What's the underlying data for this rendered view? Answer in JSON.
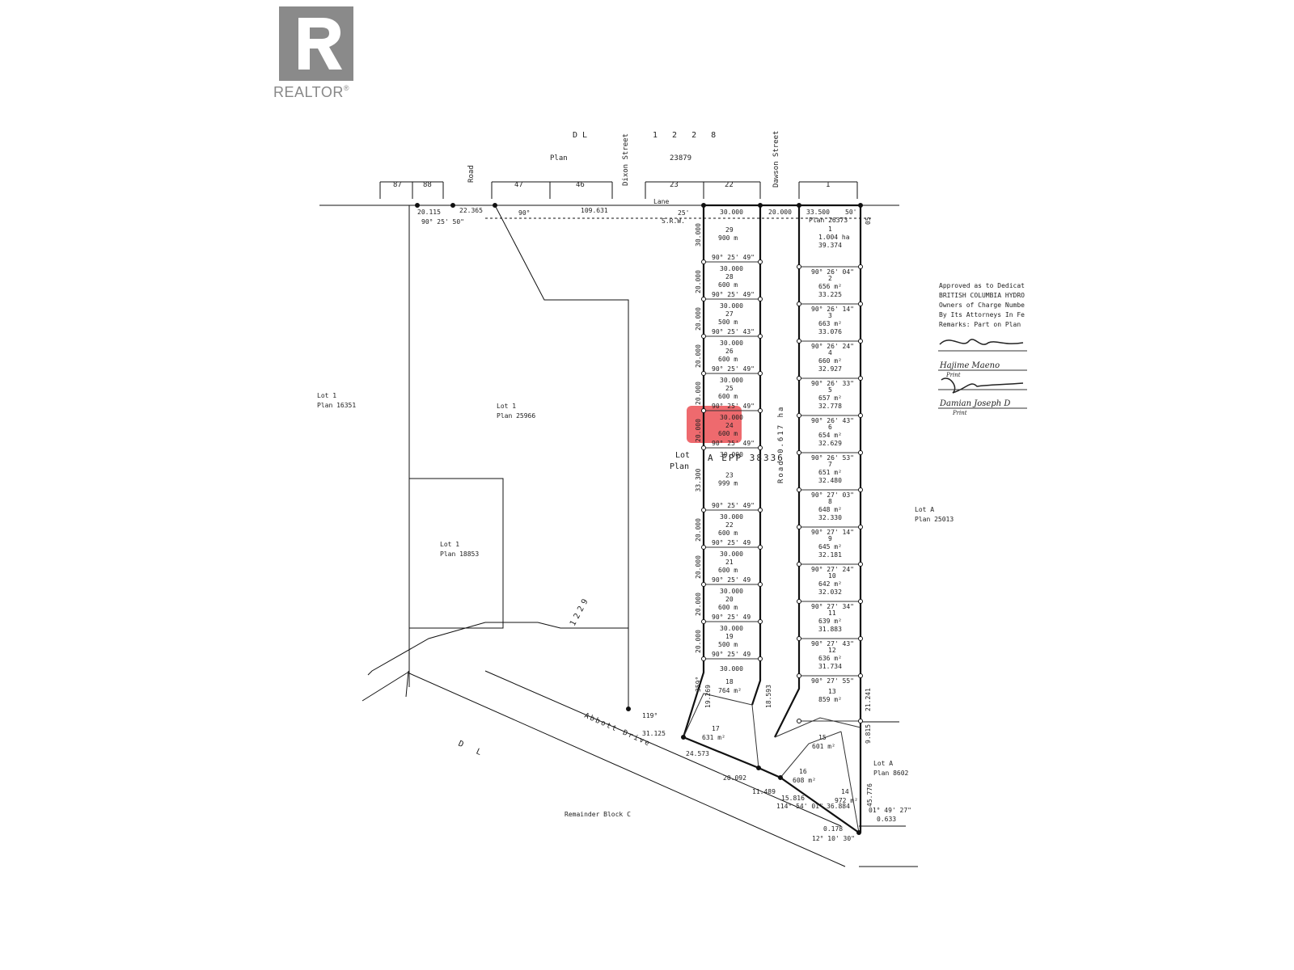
{
  "logo": {
    "text": "REALTOR",
    "mark": "®"
  },
  "top": {
    "dl": "D L",
    "dl_number": "1 2 2 8",
    "plan_label": "Plan",
    "plan_number": "23879",
    "dixon_street": "Dixon Street",
    "dawson_street": "Dawson Street",
    "road": "Road",
    "lots": [
      "87",
      "88",
      "47",
      "46",
      "23",
      "22",
      "1"
    ],
    "lane": "Lane",
    "lane_width": "25'",
    "srw": "S.R.W.",
    "dim_20115": "20.115",
    "dim_22365": "22.365",
    "angle_90": "90°",
    "dim_109631": "109.631",
    "dim_30000": "30.000",
    "dim_20000": "20.000",
    "dim_33500": "33.500",
    "dim_50": "50'",
    "plan_26373": "Plan 26373",
    "dim_05": "05",
    "angle_left": "90° 25' 50\""
  },
  "parcels": {
    "lot1_16351": [
      "Lot 1",
      "Plan 16351"
    ],
    "lot1_25966": [
      "Lot 1",
      "Plan 25966"
    ],
    "lot1_18853": [
      "Lot 1",
      "Plan 18853"
    ],
    "dl_1229": "1229",
    "lot_plan": [
      "Lot",
      "Plan"
    ],
    "lot_a_25013": [
      "Lot A",
      "Plan 25013"
    ],
    "lot_a_8602": [
      "Lot A",
      "Plan 8602"
    ],
    "remainder": "Remainder Block C",
    "abbott": "Abbott Drive",
    "dl_bottom": "D L",
    "road_width": "Road 0.617 ha",
    "epp": "A EPP 38336"
  },
  "left_lots": [
    {
      "num": "29",
      "area": "900 m",
      "top": "30.000",
      "angle": "90° 25' 49\"",
      "side": "30.000"
    },
    {
      "num": "28",
      "area": "600 m",
      "top": "30.000",
      "angle": "90° 25' 49\"",
      "side": "20.000"
    },
    {
      "num": "27",
      "area": "500 m",
      "top": "30.000",
      "angle": "90° 25' 43\"",
      "side": "20.000"
    },
    {
      "num": "26",
      "area": "600 m",
      "top": "30.000",
      "angle": "90° 25' 49\"",
      "side": "20.000"
    },
    {
      "num": "25",
      "area": "600 m",
      "top": "30.000",
      "angle": "90° 25' 49\"",
      "side": "20.000"
    },
    {
      "num": "24",
      "area": "600 m",
      "top": "30.000",
      "angle": "90° 25' 49\"",
      "side": "20.000"
    },
    {
      "num": "23",
      "area": "999 m",
      "top": "30.000",
      "angle": "90° 25' 49\"",
      "side": "33.300"
    },
    {
      "num": "22",
      "area": "600 m",
      "top": "30.000",
      "angle": "90° 25' 49",
      "side": "20.000"
    },
    {
      "num": "21",
      "area": "600 m",
      "top": "30.000",
      "angle": "90° 25' 49",
      "side": "20.000"
    },
    {
      "num": "20",
      "area": "600 m",
      "top": "30.000",
      "angle": "90° 25' 49",
      "side": "20.000"
    },
    {
      "num": "19",
      "area": "500 m",
      "top": "30.000",
      "angle": "90° 25' 49",
      "side": "20.000"
    }
  ],
  "right_lots": [
    {
      "num": "1",
      "area": "1.004 ha",
      "depth": "39.374",
      "angle": "90° 26' 04\""
    },
    {
      "num": "2",
      "area": "656 m²",
      "depth": "33.225",
      "angle": "90° 26' 14\""
    },
    {
      "num": "3",
      "area": "663 m²",
      "depth": "33.076",
      "angle": "90° 26' 24\""
    },
    {
      "num": "4",
      "area": "660 m²",
      "depth": "32.927",
      "angle": "90° 26' 33\""
    },
    {
      "num": "5",
      "area": "657 m²",
      "depth": "32.778",
      "angle": "90° 26' 43\""
    },
    {
      "num": "6",
      "area": "654 m²",
      "depth": "32.629",
      "angle": "90° 26' 53\""
    },
    {
      "num": "7",
      "area": "651 m²",
      "depth": "32.480",
      "angle": "90° 27' 03\""
    },
    {
      "num": "8",
      "area": "648 m²",
      "depth": "32.330",
      "angle": "90° 27' 14\""
    },
    {
      "num": "9",
      "area": "645 m²",
      "depth": "32.181",
      "angle": "90° 27' 24\""
    },
    {
      "num": "10",
      "area": "642 m²",
      "depth": "32.032",
      "angle": "90° 27' 34\""
    },
    {
      "num": "11",
      "area": "639 m²",
      "depth": "31.883",
      "angle": "90° 27' 43\""
    },
    {
      "num": "12",
      "area": "636 m²",
      "depth": "31.734",
      "angle": "90° 27' 55\""
    },
    {
      "num": "13",
      "area": "859 m²",
      "depth": "",
      "angle": ""
    }
  ],
  "bottom_lots": [
    {
      "num": "18",
      "area": "764 m²"
    },
    {
      "num": "17",
      "area": "631 m²"
    },
    {
      "num": "16",
      "area": "608 m²"
    },
    {
      "num": "15",
      "area": "601 m²"
    },
    {
      "num": "14",
      "area": "972 m²"
    }
  ],
  "bottom_dims": {
    "d119": "119°",
    "d31125": "31.125",
    "d24573": "24.573",
    "d20092": "20.092",
    "d11489": "11.489",
    "d15816": "15.816",
    "d114": "114° 54' 01\"",
    "d36884": "36.884",
    "d0178": "0.178",
    "d12": "12° 10' 30\"",
    "d01": "01° 49' 27\"",
    "d0633": "0.633",
    "d45776": "45.776",
    "d9815": "9.815",
    "d21241": "21.241",
    "d19269": "19.269",
    "d18593": "18.593",
    "d359": "359°"
  },
  "approval": {
    "lines": [
      "Approved as to Dedicat",
      "BRITISH COLUMBIA HYDRO",
      "Owners of Charge Numbe",
      "By Its Attorneys In Fe",
      "Remarks: Part on Plan"
    ],
    "sig1_name": "Hajime Maeno",
    "sig_print": "Print",
    "sig2_name": "Damian Joseph D",
    "sig2_print": "Print"
  },
  "highlight": {
    "lot": "24",
    "color": "#e8383d"
  }
}
